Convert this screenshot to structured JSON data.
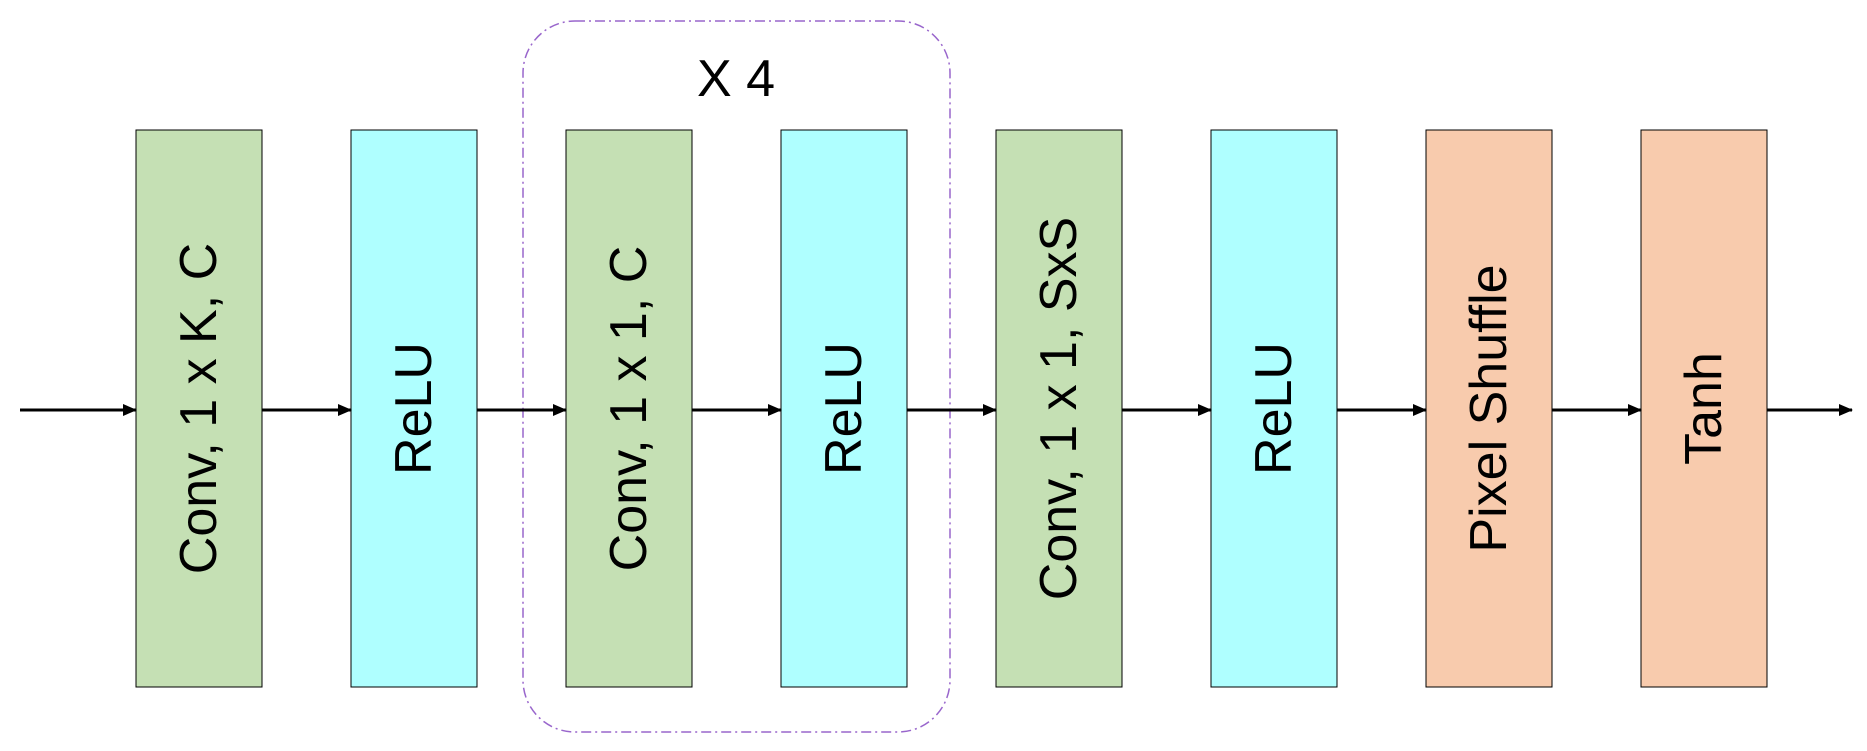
{
  "colors": {
    "conv": "#c5e0b4",
    "relu": "#afffff",
    "output": "#f8cbad",
    "stroke": "#000000",
    "repeat_border": "#9966cc"
  },
  "repeat_group": {
    "label": "X 4"
  },
  "blocks": [
    {
      "label": "Conv, 1 x K, C",
      "kind": "conv"
    },
    {
      "label": "ReLU",
      "kind": "relu"
    },
    {
      "label": "Conv, 1 x 1, C",
      "kind": "conv"
    },
    {
      "label": "ReLU",
      "kind": "relu"
    },
    {
      "label": "Conv, 1 x 1, SxS",
      "kind": "conv"
    },
    {
      "label": "ReLU",
      "kind": "relu"
    },
    {
      "label": "Pixel Shuffle",
      "kind": "output"
    },
    {
      "label": "Tanh",
      "kind": "output"
    }
  ]
}
